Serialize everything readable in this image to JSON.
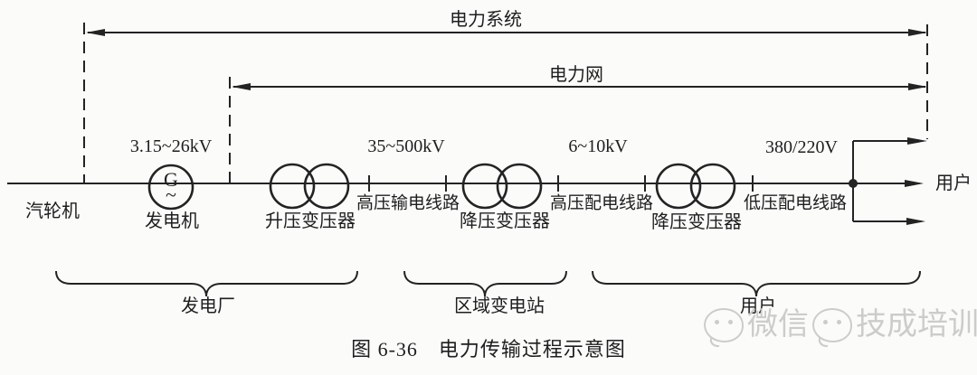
{
  "colors": {
    "background": "#fbfbf9",
    "line": "#232323",
    "text": "#1e1e1e",
    "watermark": "#c7c7c7"
  },
  "dimension_lines": {
    "power_system_label": "电力系统",
    "power_grid_label": "电力网"
  },
  "voltages": {
    "generator": "3.15~26kV",
    "transmission": "35~500kV",
    "hv_distribution": "6~10kV",
    "lv_distribution": "380/220V"
  },
  "line_labels": {
    "hv_transmission_line": "高压输电线路",
    "hv_distribution_line": "高压配电线路",
    "lv_distribution_line": "低压配电线路"
  },
  "components": {
    "steam_turbine": "汽轮机",
    "generator": "发电机",
    "generator_symbol_letter": "G",
    "generator_symbol_wave": "~",
    "step_up_transformer": "升压变压器",
    "step_down_transformer_1": "降压变压器",
    "step_down_transformer_2": "降压变压器",
    "user": "用户"
  },
  "braces": {
    "power_plant": "发电厂",
    "regional_substation": "区域变电站",
    "users": "用户"
  },
  "caption": "图 6-36　电力传输过程示意图",
  "watermark": {
    "part1": "微信",
    "part2": "技成培训"
  }
}
